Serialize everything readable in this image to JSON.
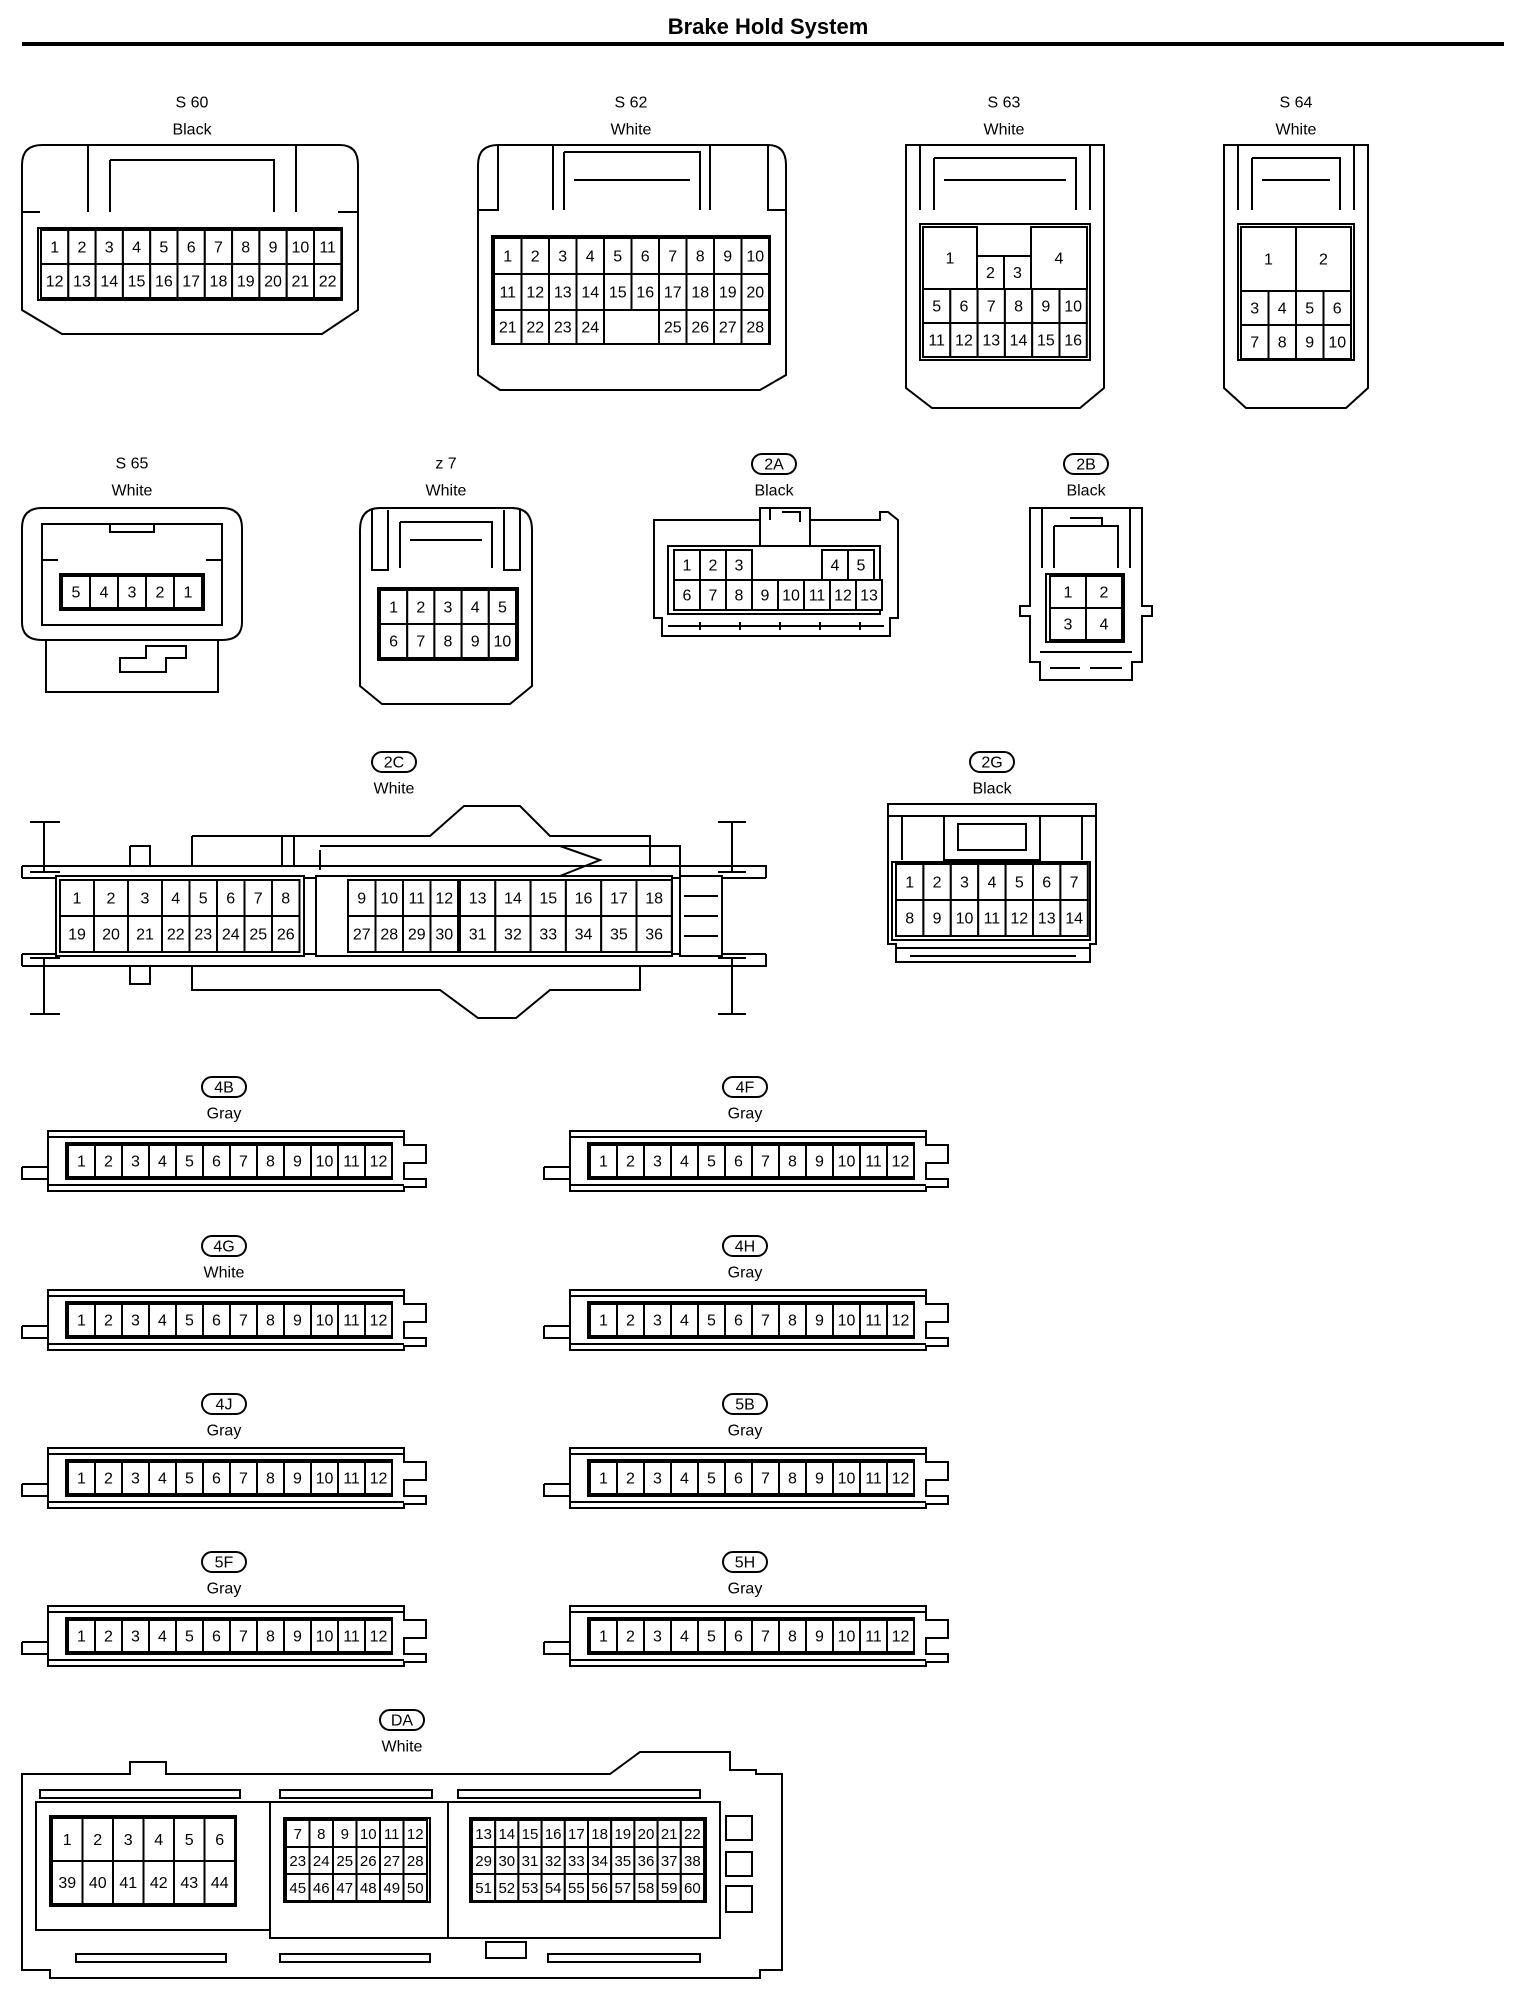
{
  "title": "Brake Hold System",
  "connectors": {
    "s60": {
      "code": "S 60",
      "color": "Black",
      "pins": [
        "1",
        "2",
        "3",
        "4",
        "5",
        "6",
        "7",
        "8",
        "9",
        "10",
        "11",
        "12",
        "13",
        "14",
        "15",
        "16",
        "17",
        "18",
        "19",
        "20",
        "21",
        "22"
      ]
    },
    "s62": {
      "code": "S 62",
      "color": "White",
      "pins": [
        "1",
        "2",
        "3",
        "4",
        "5",
        "6",
        "7",
        "8",
        "9",
        "10",
        "11",
        "12",
        "13",
        "14",
        "15",
        "16",
        "17",
        "18",
        "19",
        "20",
        "21",
        "22",
        "23",
        "24",
        "25",
        "26",
        "27",
        "28"
      ]
    },
    "s63": {
      "code": "S 63",
      "color": "White",
      "pins": [
        "1",
        "2",
        "3",
        "4",
        "5",
        "6",
        "7",
        "8",
        "9",
        "10",
        "11",
        "12",
        "13",
        "14",
        "15",
        "16"
      ]
    },
    "s64": {
      "code": "S 64",
      "color": "White",
      "pins": [
        "1",
        "2",
        "3",
        "4",
        "5",
        "6",
        "7",
        "8",
        "9",
        "10"
      ]
    },
    "s65": {
      "code": "S 65",
      "color": "White",
      "pins": [
        "5",
        "4",
        "3",
        "2",
        "1"
      ]
    },
    "z7": {
      "code": "z 7",
      "color": "White",
      "pins": [
        "1",
        "2",
        "3",
        "4",
        "5",
        "6",
        "7",
        "8",
        "9",
        "10"
      ]
    },
    "c2a": {
      "code": "2A",
      "color": "Black",
      "pins": [
        "1",
        "2",
        "3",
        "4",
        "5",
        "6",
        "7",
        "8",
        "9",
        "10",
        "11",
        "12",
        "13"
      ]
    },
    "c2b": {
      "code": "2B",
      "color": "Black",
      "pins": [
        "1",
        "2",
        "3",
        "4"
      ]
    },
    "c2c": {
      "code": "2C",
      "color": "White",
      "pins": [
        "1",
        "2",
        "3",
        "4",
        "5",
        "6",
        "7",
        "8",
        "9",
        "10",
        "11",
        "12",
        "13",
        "14",
        "15",
        "16",
        "17",
        "18",
        "19",
        "20",
        "21",
        "22",
        "23",
        "24",
        "25",
        "26",
        "27",
        "28",
        "29",
        "30",
        "31",
        "32",
        "33",
        "34",
        "35",
        "36"
      ]
    },
    "c2g": {
      "code": "2G",
      "color": "Black",
      "pins": [
        "1",
        "2",
        "3",
        "4",
        "5",
        "6",
        "7",
        "8",
        "9",
        "10",
        "11",
        "12",
        "13",
        "14"
      ]
    },
    "c4b": {
      "code": "4B",
      "color": "Gray"
    },
    "c4f": {
      "code": "4F",
      "color": "Gray"
    },
    "c4g": {
      "code": "4G",
      "color": "White"
    },
    "c4h": {
      "code": "4H",
      "color": "Gray"
    },
    "c4j": {
      "code": "4J",
      "color": "Gray"
    },
    "c5b": {
      "code": "5B",
      "color": "Gray"
    },
    "c5f": {
      "code": "5F",
      "color": "Gray"
    },
    "c5h": {
      "code": "5H",
      "color": "Gray"
    },
    "cda": {
      "code": "DA",
      "color": "White"
    }
  },
  "strip_pins": [
    "1",
    "2",
    "3",
    "4",
    "5",
    "6",
    "7",
    "8",
    "9",
    "10",
    "11",
    "12"
  ],
  "da_pins": {
    "left": [
      [
        "1",
        "2",
        "3",
        "4",
        "5",
        "6"
      ],
      [
        "39",
        "40",
        "41",
        "42",
        "43",
        "44"
      ]
    ],
    "mid": [
      [
        "7",
        "8",
        "9",
        "10",
        "11",
        "12"
      ],
      [
        "23",
        "24",
        "25",
        "26",
        "27",
        "28"
      ],
      [
        "45",
        "46",
        "47",
        "48",
        "49",
        "50"
      ]
    ],
    "right": [
      [
        "13",
        "14",
        "15",
        "16",
        "17",
        "18",
        "19",
        "20",
        "21",
        "22"
      ],
      [
        "29",
        "30",
        "31",
        "32",
        "33",
        "34",
        "35",
        "36",
        "37",
        "38"
      ],
      [
        "51",
        "52",
        "53",
        "54",
        "55",
        "56",
        "57",
        "58",
        "59",
        "60"
      ]
    ]
  }
}
